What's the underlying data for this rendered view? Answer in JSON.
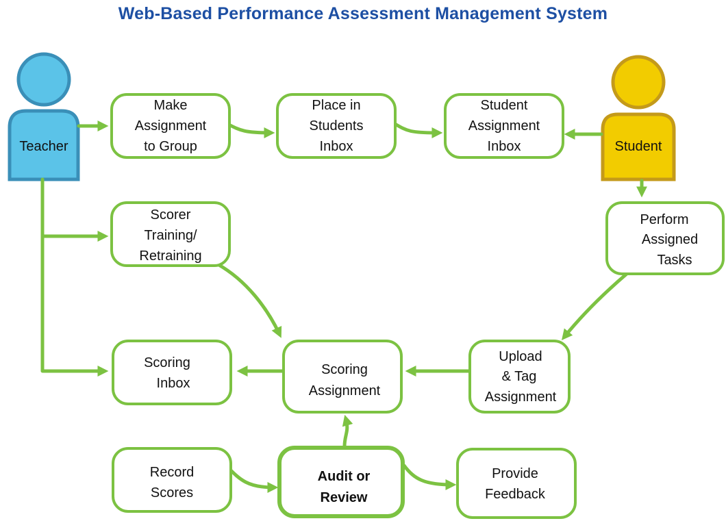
{
  "title": "Web-Based Performance Assessment Management System",
  "colors": {
    "title": "#1d4fa3",
    "connector": "#7cc242",
    "teacher_fill": "#5bc3e8",
    "teacher_stroke": "#3a8fb8",
    "student_fill": "#f2cc00",
    "student_stroke": "#c49a1a"
  },
  "actors": {
    "teacher": "Teacher",
    "student": "Student"
  },
  "nodes": {
    "make_assignment": [
      "Make",
      "Assignment",
      "to Group"
    ],
    "place_in_inbox": [
      "Place in",
      "Students",
      "Inbox"
    ],
    "student_inbox": [
      "Student",
      "Assignment",
      "Inbox"
    ],
    "scorer_training": [
      "Scorer",
      "Training/",
      "Retraining"
    ],
    "perform_tasks": [
      "Perform",
      "Assigned",
      "Tasks"
    ],
    "scoring_inbox": [
      "Scoring",
      "Inbox"
    ],
    "scoring_assignment": [
      "Scoring",
      "Assignment"
    ],
    "upload_tag": [
      "Upload",
      "& Tag",
      "Assignment"
    ],
    "record_scores": [
      "Record",
      "Scores"
    ],
    "audit_review": [
      "Audit or",
      "Review"
    ],
    "provide_feedback": [
      "Provide",
      "Feedback"
    ]
  }
}
